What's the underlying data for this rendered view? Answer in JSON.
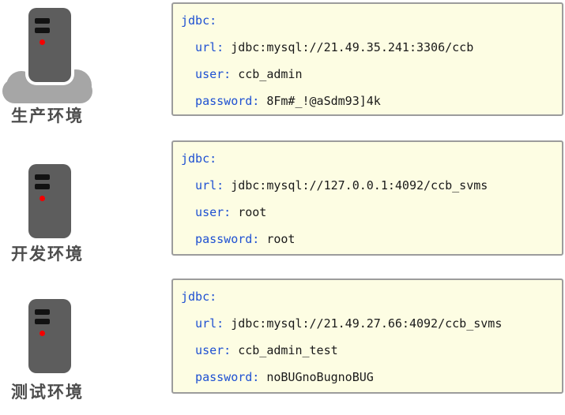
{
  "colors": {
    "page_bg": "#ffffff",
    "box_bg": "#fdfde3",
    "box_border": "#9c9c9c",
    "key_blue": "#1e50d2",
    "value_text": "#1a1a1a",
    "server_body": "#5d5d5d",
    "slot_black": "#121212",
    "led_red": "#f40000",
    "cloud_gray": "#a6a6a6",
    "label_gray": "#4d4d4d"
  },
  "environments": [
    {
      "label": "生产环境",
      "icon": "server-with-cloud-icon",
      "config": {
        "lines": [
          {
            "key": "jdbc:",
            "value": ""
          },
          {
            "key": "  url:",
            "value": "jdbc:mysql://21.49.35.241:3306/ccb"
          },
          {
            "key": "  user:",
            "value": "ccb_admin"
          },
          {
            "key": "  password:",
            "value": "8Fm#_!@aSdm93]4k"
          }
        ]
      }
    },
    {
      "label": "开发环境",
      "icon": "server-icon",
      "config": {
        "lines": [
          {
            "key": "jdbc:",
            "value": ""
          },
          {
            "key": "  url:",
            "value": "jdbc:mysql://127.0.0.1:4092/ccb_svms"
          },
          {
            "key": "  user:",
            "value": "root"
          },
          {
            "key": "  password:",
            "value": "root"
          }
        ]
      }
    },
    {
      "label": "测试环境",
      "icon": "server-icon",
      "config": {
        "lines": [
          {
            "key": "jdbc:",
            "value": ""
          },
          {
            "key": "  url:",
            "value": "jdbc:mysql://21.49.27.66:4092/ccb_svms"
          },
          {
            "key": "  user:",
            "value": "ccb_admin_test"
          },
          {
            "key": "  password:",
            "value": "noBUGnoBugnoBUG"
          }
        ]
      }
    }
  ]
}
